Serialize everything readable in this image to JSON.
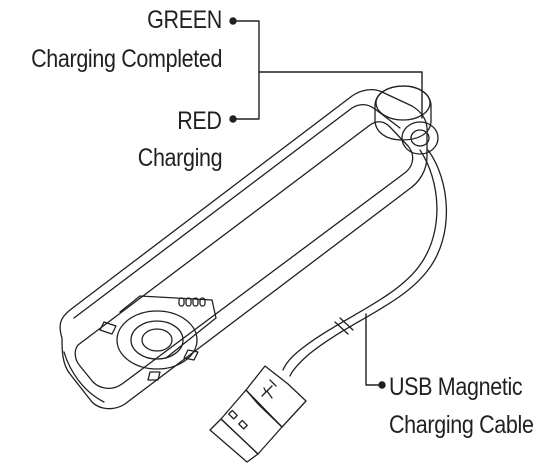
{
  "labels": {
    "green_title": "GREEN",
    "green_desc": "Charging Completed",
    "red_title": "RED",
    "red_desc": "Charging",
    "cable_line1": "USB Magnetic",
    "cable_line2": "Charging Cable"
  },
  "colors": {
    "line": "#231f20",
    "background": "#ffffff"
  }
}
